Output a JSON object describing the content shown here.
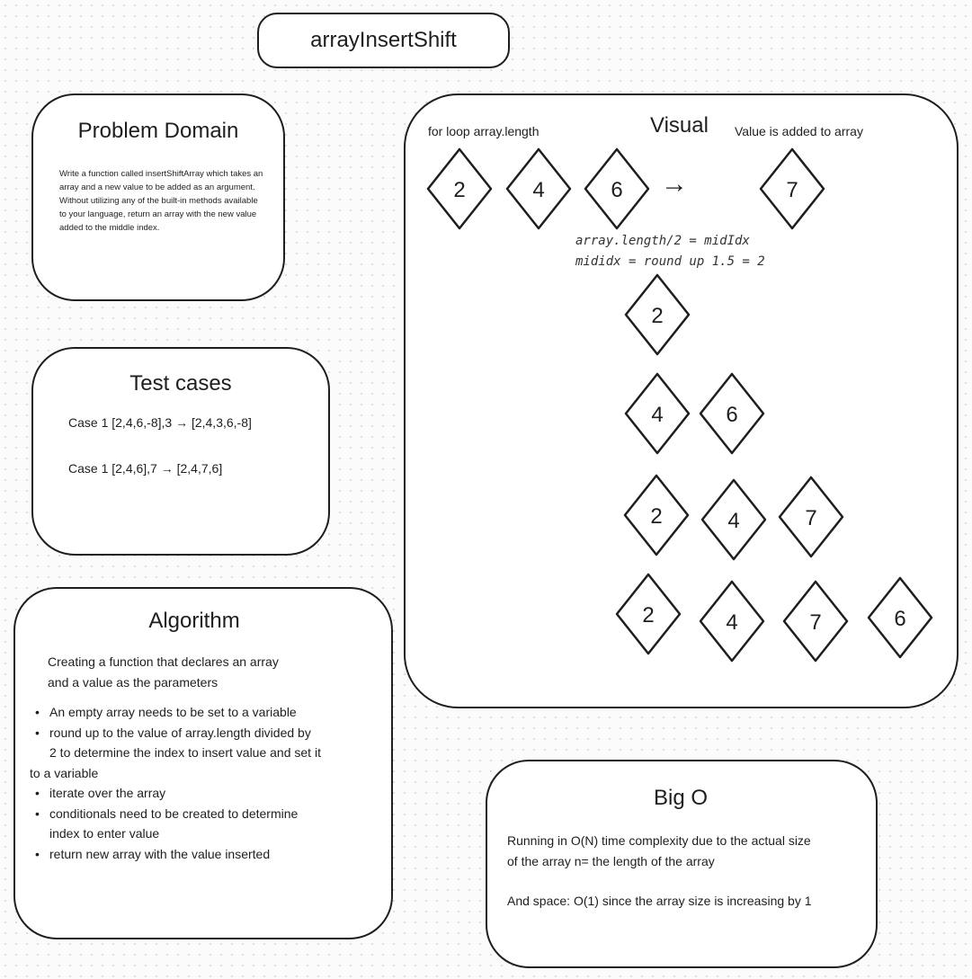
{
  "title": "arrayInsertShift",
  "problem_domain": {
    "heading": "Problem Domain",
    "text": "Write a function called insertShiftArray which takes an array and a new value to be added as an argument. Without utilizing any of the built-in methods available to your language, return an array with the new value added to the middle index."
  },
  "test_cases": {
    "heading": "Test cases",
    "case1": "Case 1 [2,4,6,-8],3  → [2,4,3,6,-8]",
    "case2": "Case 1 [2,4,6],7  → [2,4,7,6]"
  },
  "algorithm": {
    "heading": "Algorithm",
    "intro_line1": "Creating a function that declares an array",
    "intro_line2": "and a value as the parameters",
    "bullet1": "An empty array needs to be set to a variable",
    "bullet2": "round up to the value of array.length divided by",
    "bullet2_cont1": "2 to determine the index to insert value and set it",
    "bullet2_cont2": "to a variable",
    "bullet3": "iterate over the array",
    "bullet4a": "conditionals need to be created to determine",
    "bullet4b": "index to enter value",
    "bullet5": "return new array with the value inserted"
  },
  "visual": {
    "heading": "Visual",
    "for_loop_label": "for loop array.length",
    "value_added_label": "Value is added to array",
    "arrow": "→",
    "note_line1": "array.length/2 = midIdx",
    "note_line2": "mididx = round up 1.5 = 2",
    "row0_values": [
      "2",
      "4",
      "6"
    ],
    "new_value": "7",
    "row1_values": [
      "2"
    ],
    "row2_values": [
      "4",
      "6"
    ],
    "row3_values": [
      "2",
      "4",
      "7"
    ],
    "row4_values": [
      "2",
      "4",
      "7",
      "6"
    ]
  },
  "big_o": {
    "heading": "Big O",
    "line1": "Running in O(N) time complexity due to the actual size",
    "line2": "of the array n= the length of the array",
    "line3": "And space: O(1) since the array size is increasing by 1"
  }
}
